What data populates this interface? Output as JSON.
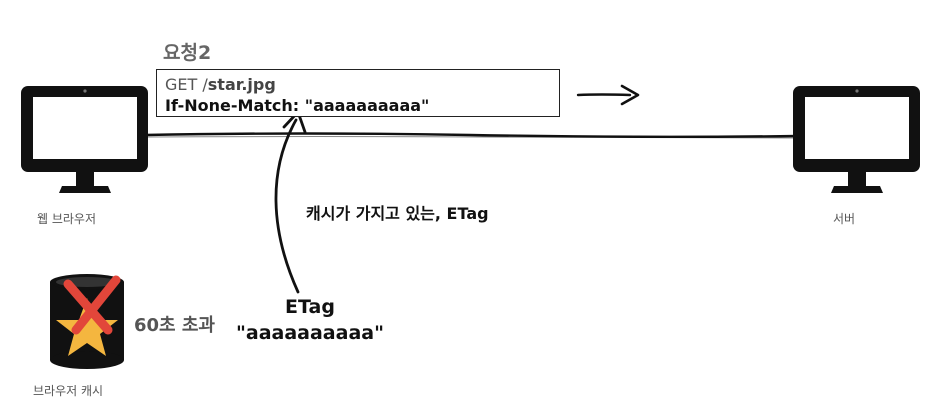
{
  "request": {
    "title": "요청2",
    "method_path_prefix": "GET /",
    "method_path_file": "star.jpg",
    "header_line": "If-None-Match: \"aaaaaaaaaa\""
  },
  "labels": {
    "browser": "웹 브라우저",
    "server": "서버",
    "cache": "브라우저 캐시",
    "cache_expired": "60초 초과",
    "annotation": "캐시가 가지고 있는, ETag",
    "etag_title": "ETag",
    "etag_value": "\"aaaaaaaaaa\""
  },
  "colors": {
    "line": "#111111",
    "star": "#F4B63F",
    "cross": "#E2463A",
    "muted_text": "#555555"
  },
  "icons": [
    "monitor-icon",
    "database-icon",
    "star-icon",
    "cross-icon",
    "arrow-right-icon",
    "curved-arrow-icon"
  ]
}
